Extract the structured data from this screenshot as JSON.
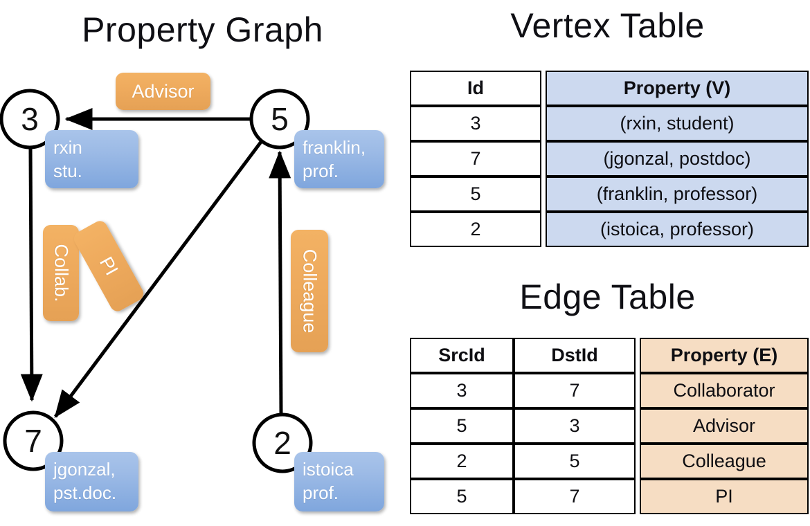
{
  "titles": {
    "property_graph": "Property Graph",
    "vertex_table": "Vertex Table",
    "edge_table": "Edge Table"
  },
  "graph": {
    "nodes": [
      {
        "id": "3",
        "label": "3",
        "property_lines": [
          "rxin",
          "stu."
        ]
      },
      {
        "id": "5",
        "label": "5",
        "property_lines": [
          "franklin,",
          "prof."
        ]
      },
      {
        "id": "7",
        "label": "7",
        "property_lines": [
          "jgonzal,",
          "pst.doc."
        ]
      },
      {
        "id": "2",
        "label": "2",
        "property_lines": [
          "istoica",
          "prof."
        ]
      }
    ],
    "edge_labels": [
      {
        "name": "advisor",
        "text": "Advisor"
      },
      {
        "name": "collab",
        "text": "Collab."
      },
      {
        "name": "pi",
        "text": "PI"
      },
      {
        "name": "colleague",
        "text": "Colleague"
      }
    ]
  },
  "vertex_table": {
    "headers": [
      "Id",
      "Property (V)"
    ],
    "rows": [
      [
        "3",
        "(rxin, student)"
      ],
      [
        "7",
        "(jgonzal, postdoc)"
      ],
      [
        "5",
        "(franklin, professor)"
      ],
      [
        "2",
        "(istoica, professor)"
      ]
    ]
  },
  "edge_table": {
    "headers": [
      "SrcId",
      "DstId",
      "Property (E)"
    ],
    "rows": [
      [
        "3",
        "7",
        "Collaborator"
      ],
      [
        "5",
        "3",
        "Advisor"
      ],
      [
        "2",
        "5",
        "Colleague"
      ],
      [
        "5",
        "7",
        "PI"
      ]
    ]
  },
  "colors": {
    "vertex_property_fill": "#ccd9ef",
    "edge_property_fill": "#f6ddc3",
    "node_box_blue": "#9dbbe6",
    "edge_box_orange": "#eeaa5d",
    "stroke": "#000000",
    "background": "#ffffff"
  }
}
